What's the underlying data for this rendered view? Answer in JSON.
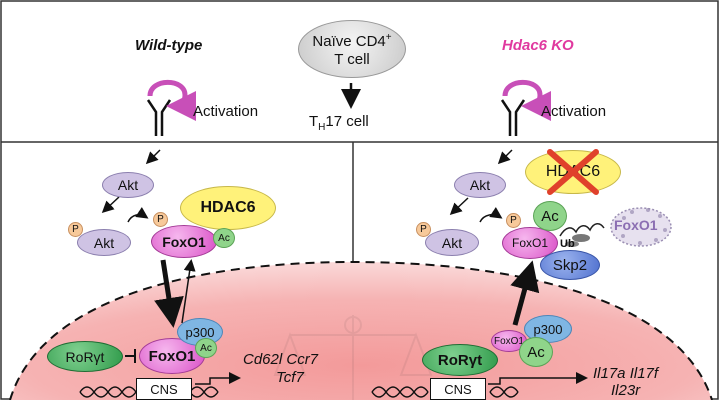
{
  "top": {
    "wt_title": "Wild-type",
    "ko_title": "Hdac6 KO",
    "naive_line1": "Naïve CD4",
    "naive_sup": "+",
    "naive_line2": "T cell",
    "th17_T": "T",
    "th17_sub": "H",
    "th17_rest": "17 cell",
    "activation_left": "Activation",
    "activation_right": "Activation"
  },
  "left_panel": {
    "akt_top": "Akt",
    "akt_p": "Akt",
    "p_label": "P",
    "p_label2": "P",
    "hdac6": "HDAC6",
    "foxo1_cyto": "FoxO1",
    "ac_cyto": "Ac",
    "foxo1_nuc": "FoxO1",
    "p300": "p300",
    "ac_nuc": "Ac",
    "rorgt": "RoRγt",
    "cns": "CNS",
    "genes_line1": "Cd62l Ccr7",
    "genes_line2": "Tcf7"
  },
  "right_panel": {
    "akt_top": "Akt",
    "akt_p": "Akt",
    "p_label": "P",
    "p_label2": "P",
    "hdac6": "HDAC6",
    "foxo1_cyto": "FoxO1",
    "ac_cyto": "Ac",
    "ub": "Ub",
    "skp2": "Skp2",
    "foxo1_degraded": "FoxO1",
    "foxo1_nuc": "FoxO1",
    "p300": "p300",
    "ac_nuc": "Ac",
    "rorgt": "RoRγt",
    "cns": "CNS",
    "genes_line1": "Il17a Il17f",
    "genes_line2": "Il23r"
  },
  "colors": {
    "akt_fill": "#cfc3e4",
    "hdac6_fill": "#fff27a",
    "foxo1_fill": "#e96fd8",
    "ac_fill": "#8fd48a",
    "p300_fill": "#7fb6e3",
    "rorgt_fill": "#2f9a4a",
    "skp2_fill": "#5a7fd6",
    "p_fill": "#f7c99a",
    "ko_title": "#e0399f",
    "nucleus_fill": "#f6a3a3"
  }
}
